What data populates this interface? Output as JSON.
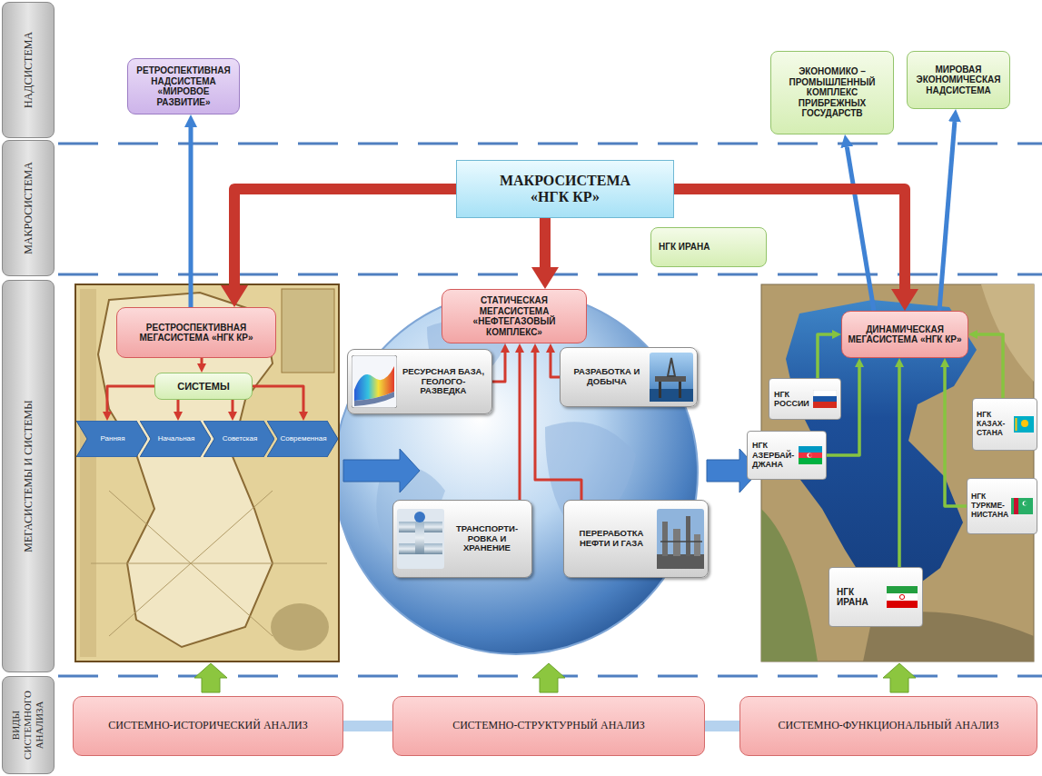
{
  "diagram": {
    "nodes": [
      {
        "text": [
          "НАДСИСТЕМА"
        ]
      },
      {
        "text": [
          "МАКРОСИСТЕМА"
        ]
      },
      {
        "text": [
          "МЕГАСИСТЕМЫ И СИСТЕМЫ"
        ]
      },
      {
        "text": [
          "ВИДЫ СИСТЕМНОГО АНАЛИЗА"
        ]
      },
      {
        "text": [
          "РЕТРОСПЕКТИВНАЯ НАДСИСТЕМА «МИРОВОЕ РАЗВИТИЕ»"
        ]
      },
      {
        "text": [
          "ЭКОНОМИКО – ПРОМЫШЛЕННЫЙ КОМПЛЕКС ПРИБРЕЖНЫХ ГОСУДАРСТВ"
        ]
      },
      {
        "text": [
          "МИРОВАЯ ЭКОНОМИЧЕСКАЯ НАДСИСТЕМА"
        ]
      },
      {
        "text": [
          "МАКРОСИСТЕМА «НГК КР»"
        ]
      },
      {
        "text": [
          "НГК ИРАНА"
        ]
      },
      {
        "text": [
          "РЕСТРОСПЕКТИВНАЯ МЕГАСИСТЕМА «НГК КР»"
        ]
      },
      {
        "text": [
          "СИСТЕМЫ"
        ]
      },
      {
        "text": [
          "Ранняя"
        ]
      },
      {
        "text": [
          "Начальная"
        ]
      },
      {
        "text": [
          "Советская"
        ]
      },
      {
        "text": [
          "Современная"
        ]
      },
      {
        "text": [
          "СТАТИЧЕСКАЯ МЕГАСИСТЕМА «НЕФТЕГАЗОВЫЙ КОМПЛЕКС»"
        ]
      },
      {
        "text": [
          "РЕСУРСНАЯ БАЗА, ГЕОЛОГО- РАЗВЕДКА"
        ]
      },
      {
        "text": [
          "РАЗРАБОТКА И ДОБЫЧА"
        ]
      },
      {
        "text": [
          "ТРАНСПОРТИ- РОВКА И ХРАНЕНИЕ"
        ]
      },
      {
        "text": [
          "ПЕРЕРАБОТКА НЕФТИ И ГАЗА"
        ]
      },
      {
        "text": [
          "ДИНАМИЧЕСКАЯ МЕГАСИСТЕМА «НГК КР»"
        ]
      },
      {
        "text": [
          "НГК РОССИИ"
        ]
      },
      {
        "text": [
          "НГК КАЗАХ- СТАНА"
        ]
      },
      {
        "text": [
          "НГК АЗЕРБАЙ- ДЖАНА"
        ]
      },
      {
        "text": [
          "НГК ТУРКМЕ- НИСТАНА"
        ]
      },
      {
        "text": [
          "НГК ИРАНА"
        ]
      },
      {
        "text": [
          "СИСТЕМНО-ИСТОРИЧЕСКИЙ АНАЛИЗ"
        ]
      },
      {
        "text": [
          "СИСТЕМНО-СТРУКТУРНЫЙ АНАЛИЗ"
        ]
      },
      {
        "text": [
          "СИСТЕМНО-ФУНКЦИОНАЛЬНЫЙ АНАЛИЗ"
        ]
      }
    ],
    "edges": [
      {
        "from": 9,
        "to": 4,
        "arrow": "to"
      },
      {
        "from": 20,
        "to": 5,
        "arrow": "to"
      },
      {
        "from": 20,
        "to": 6,
        "arrow": "to"
      },
      {
        "from": 7,
        "to": 9,
        "arrow": "to"
      },
      {
        "from": 7,
        "to": 15,
        "arrow": "to"
      },
      {
        "from": 7,
        "to": 20,
        "arrow": "to"
      },
      {
        "from": 9,
        "to": 10,
        "arrow": "to"
      },
      {
        "from": 10,
        "to": 11,
        "arrow": "to"
      },
      {
        "from": 10,
        "to": 12,
        "arrow": "to"
      },
      {
        "from": 10,
        "to": 13,
        "arrow": "to"
      },
      {
        "from": 10,
        "to": 14,
        "arrow": "to"
      },
      {
        "from": 16,
        "to": 15,
        "arrow": "to"
      },
      {
        "from": 17,
        "to": 15,
        "arrow": "to"
      },
      {
        "from": 18,
        "to": 15,
        "arrow": "to"
      },
      {
        "from": 19,
        "to": 15,
        "arrow": "to"
      },
      {
        "from": 21,
        "to": 20,
        "arrow": "to"
      },
      {
        "from": 22,
        "to": 20,
        "arrow": "to"
      },
      {
        "from": 23,
        "to": 20,
        "arrow": "to"
      },
      {
        "from": 24,
        "to": 20,
        "arrow": "to"
      },
      {
        "from": 25,
        "to": 20,
        "arrow": "to"
      },
      {
        "from": 26,
        "to": 27,
        "arrow": "none"
      },
      {
        "from": 27,
        "to": 28,
        "arrow": "none"
      }
    ]
  }
}
